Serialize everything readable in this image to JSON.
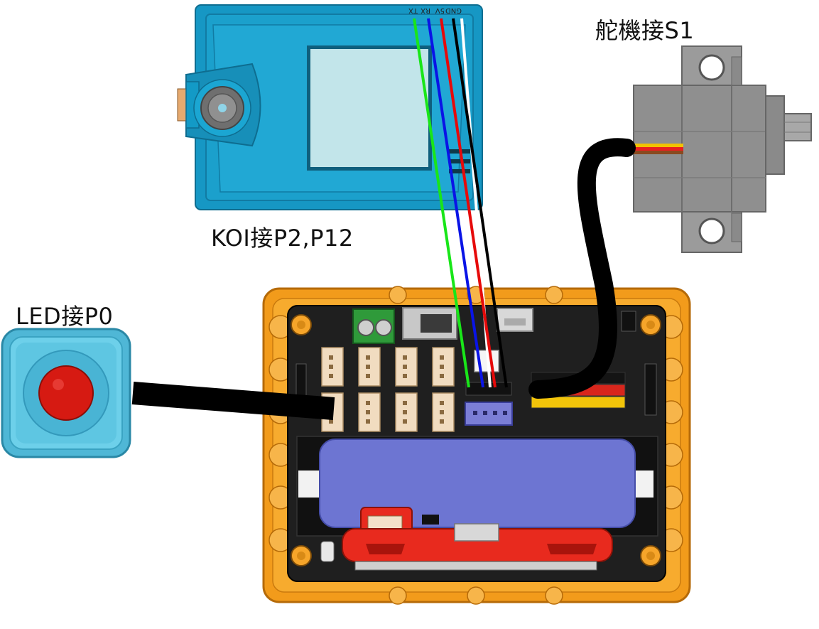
{
  "labels": {
    "led": "LED接P0",
    "koi": "KOI接P2,P12",
    "servo": "舵機接S1"
  },
  "koi_pins": [
    "GND",
    "5V",
    "RX",
    "TX"
  ],
  "wire_colors": {
    "tx": "#19e619",
    "rx": "#0a14e6",
    "v5": "#e60a0a",
    "gnd": "#000000",
    "koi_signal": "#ffffff"
  },
  "colors": {
    "koi_body": "#1ba0cc",
    "board_frame": "#f5a01e",
    "board_pcb": "#1e1e1e",
    "battery": "#6d75d2",
    "expansion": "#e82a1e",
    "led_body": "#5dc8e6",
    "led_dome": "#d61a12",
    "servo_body": "#8f8f8f"
  },
  "icons": {
    "koi_lens": "camera-lens-icon",
    "board_switch": "slide-switch-icon",
    "led_dome": "led-dome-icon"
  }
}
